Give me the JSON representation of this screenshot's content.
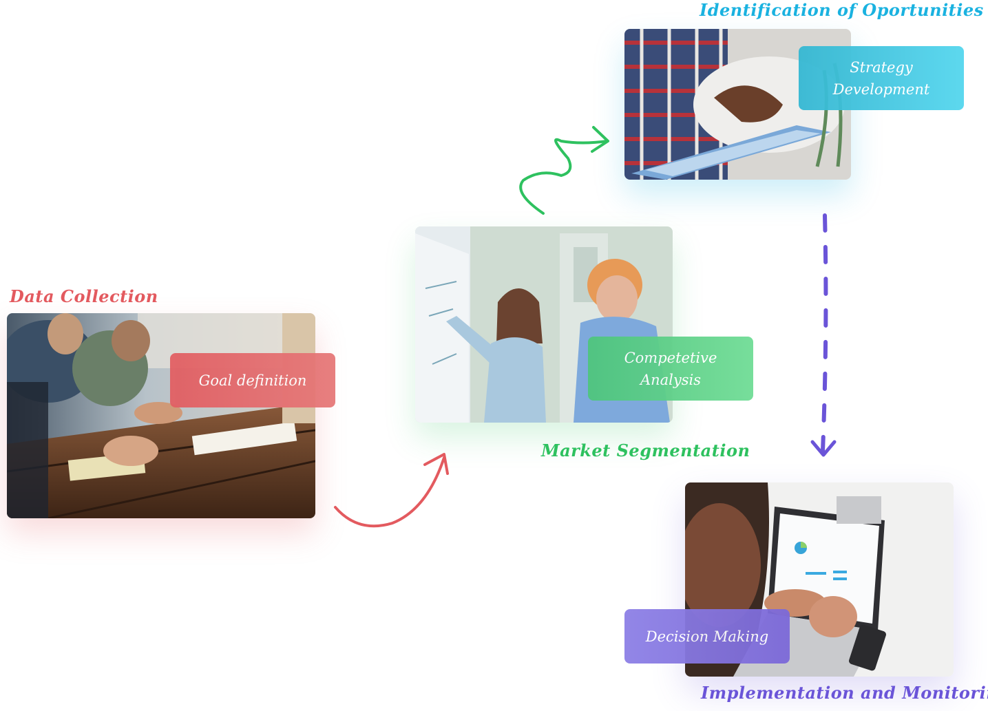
{
  "colors": {
    "data_collection": "#e35a5f",
    "market_segmentation": "#2ec15f",
    "identification": "#1ab2e0",
    "implementation": "#6a54d8"
  },
  "stages": {
    "data_collection": {
      "title": "Data Collection",
      "tag": "Goal definition",
      "photo": "team-meeting-photo"
    },
    "market_segmentation": {
      "title": "Market Segmentation",
      "tag": "Competetive Analysis",
      "photo": "whiteboard-presentation-photo"
    },
    "identification": {
      "title": "Identification of Oportunities",
      "tag": "Strategy Development",
      "photo": "tablet-in-hands-photo"
    },
    "implementation": {
      "title": "Implementation and Monitoring",
      "tag": "Decision Making",
      "photo": "laptop-analytics-photo"
    }
  },
  "connectors": [
    {
      "from": "data_collection",
      "to": "market_segmentation",
      "style": "curved-arrow"
    },
    {
      "from": "market_segmentation",
      "to": "identification",
      "style": "squiggle-arrow"
    },
    {
      "from": "identification",
      "to": "implementation",
      "style": "dashed-arrow"
    }
  ]
}
